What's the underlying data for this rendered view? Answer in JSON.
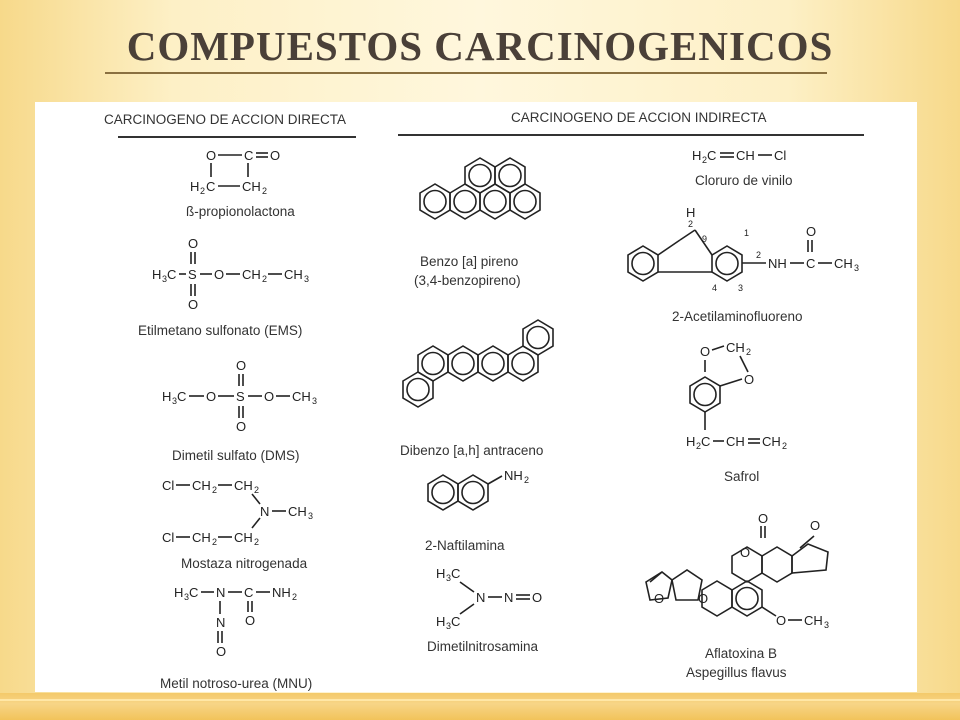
{
  "title": "COMPUESTOS CARCINOGENICOS",
  "sections": {
    "direct": "CARCINOGENO DE ACCION DIRECTA",
    "indirect": "CARCINOGENO DE ACCION INDIRECTA"
  },
  "compounds": {
    "propionolactona": "ß-propionolactona",
    "ems": "Etilmetano sulfonato (EMS)",
    "dms": "Dimetil sulfato (DMS)",
    "mostaza": "Mostaza nitrogenada",
    "mnu": "Metil notroso-urea (MNU)",
    "benzopireno_1": "Benzo [a] pireno",
    "benzopireno_2": "(3,4-benzopireno)",
    "dibenzo": "Dibenzo [a,h] antraceno",
    "naftilamina": "2-Naftilamina",
    "dimetilnitrosamina": "Dimetilnitrosamina",
    "cloruro": "Cloruro de vinilo",
    "acetilamino": "2-Acetilaminofluoreno",
    "safrol": "Safrol",
    "aflatoxina_1": "Aflatoxina B",
    "aflatoxina_2": "Aspegillus flavus"
  }
}
